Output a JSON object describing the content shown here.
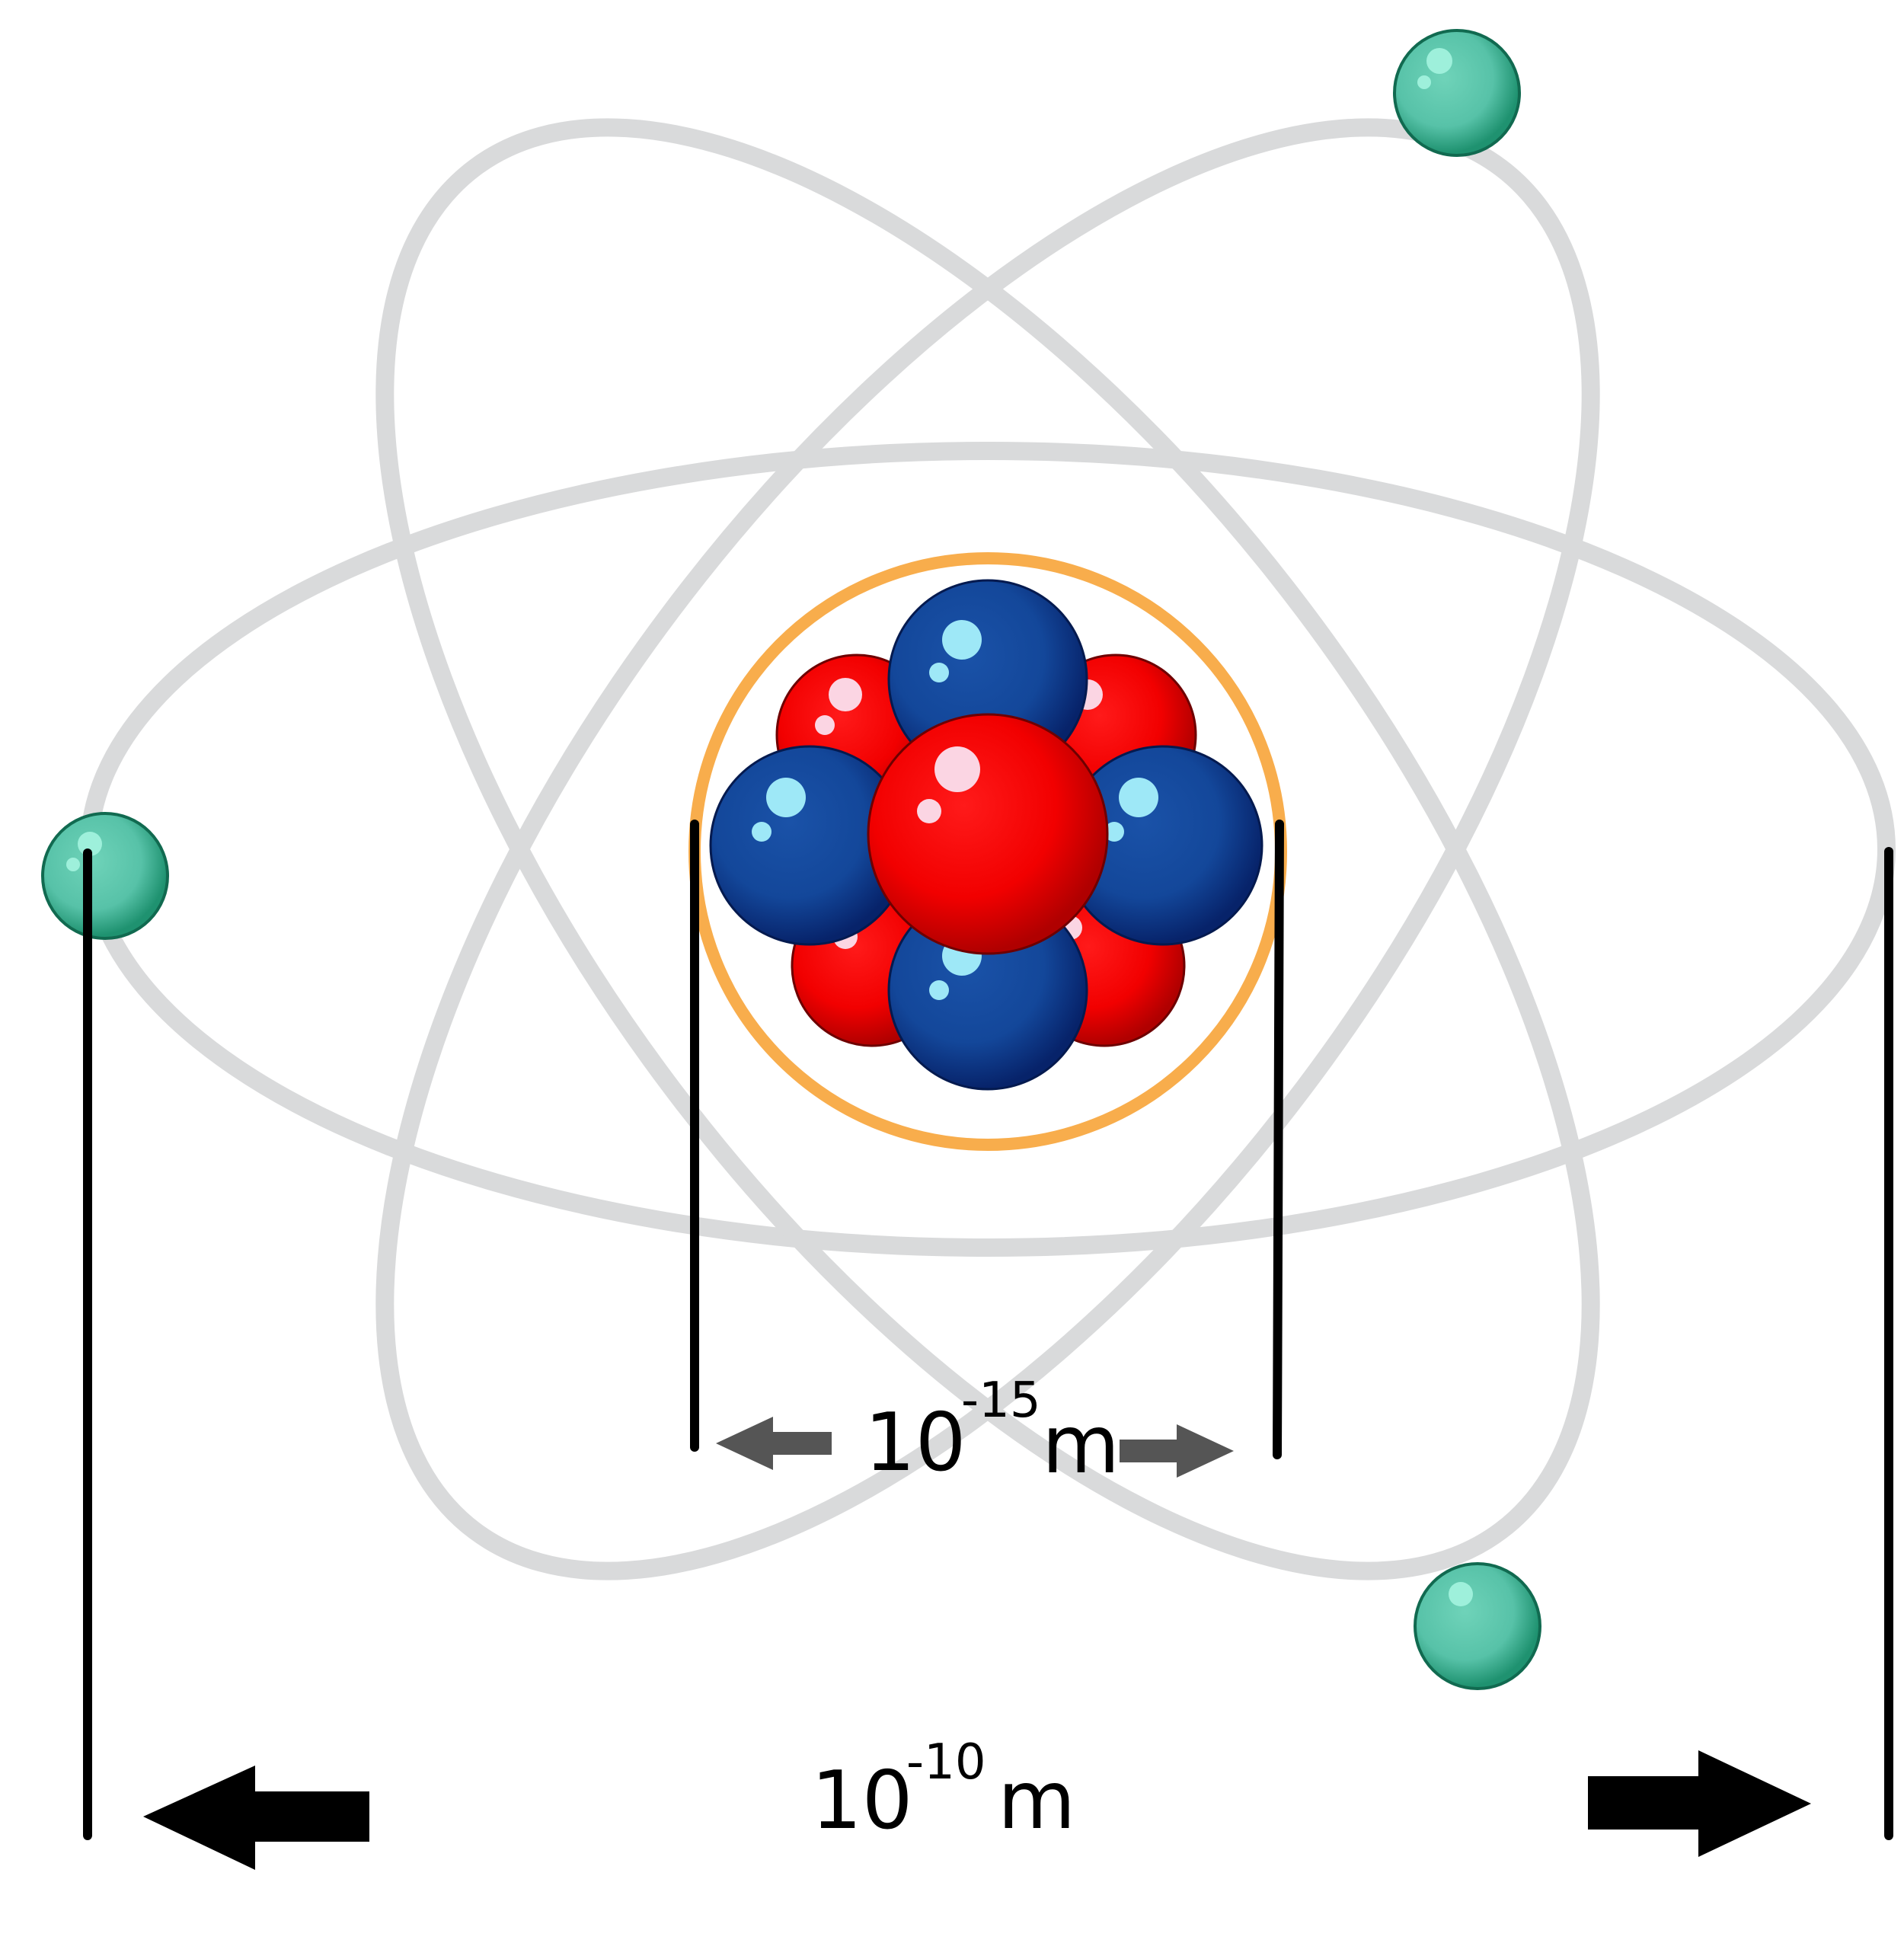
{
  "labels": {
    "nucleus_base": "10",
    "nucleus_exp": "-15",
    "nucleus_unit": "m",
    "atom_base": "10",
    "atom_exp": "-10",
    "atom_unit": "m"
  },
  "colors": {
    "orbit": "#d9dadb",
    "nucleus_ring": "#f8ad4c",
    "electron": "#1f9270",
    "electron_light": "#5cc7ad",
    "proton_dark": "#b70000",
    "proton_light": "#ff0a0a",
    "neutron_dark": "#08266e",
    "neutron_light": "#144b9f",
    "highlight_blue": "#9ee8f7",
    "highlight_pink": "#fbd5e3",
    "arrow_small": "#555555",
    "arrow_large": "#000000"
  },
  "icons": {
    "electron": "electron-sphere-icon",
    "proton": "proton-sphere-icon",
    "neutron": "neutron-sphere-icon"
  }
}
